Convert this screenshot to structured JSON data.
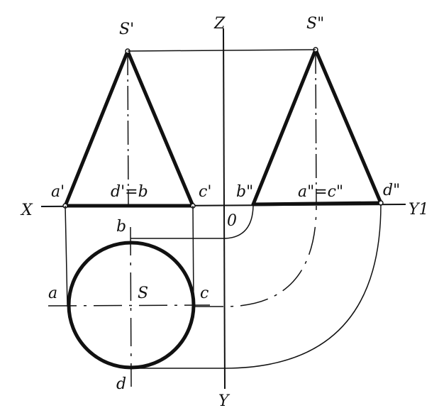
{
  "labels": {
    "s_front": "S'",
    "s_side": "S\"",
    "z_axis": "Z",
    "x_axis": "X",
    "y1_axis": "Y1",
    "y_axis": "Y",
    "origin": "0",
    "a_front": "a'",
    "d_front_b": "d'=b",
    "c_front": "c'",
    "b_side": "b\"",
    "a_side_c": "a\"=c\"",
    "d_side": "d\"",
    "b_top": "b",
    "a_top": "a",
    "s_top": "S",
    "c_top": "c",
    "d_top": "d"
  }
}
